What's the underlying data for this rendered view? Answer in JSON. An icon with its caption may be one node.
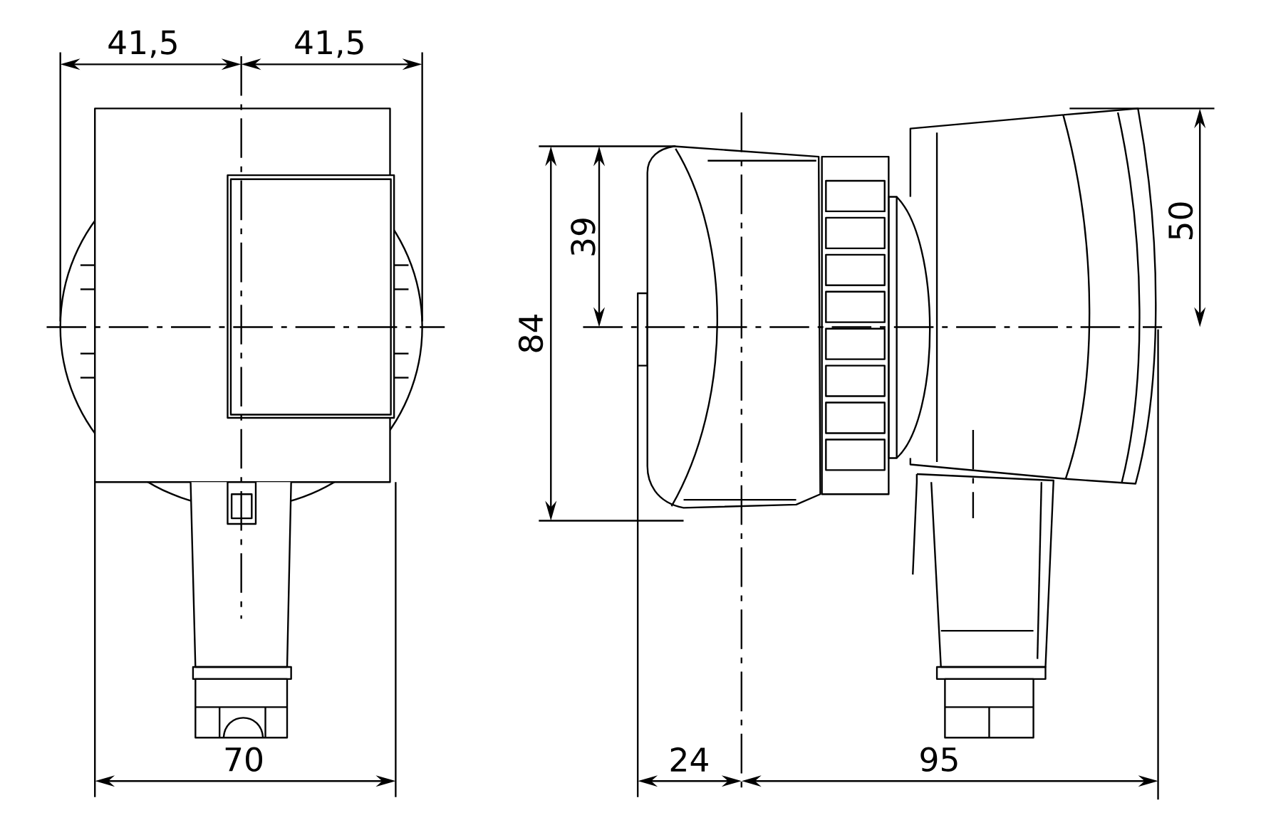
{
  "diagram": {
    "labels": [
      "41,5",
      "41,5",
      "39",
      "50",
      "84",
      "70",
      "24",
      "95"
    ]
  }
}
